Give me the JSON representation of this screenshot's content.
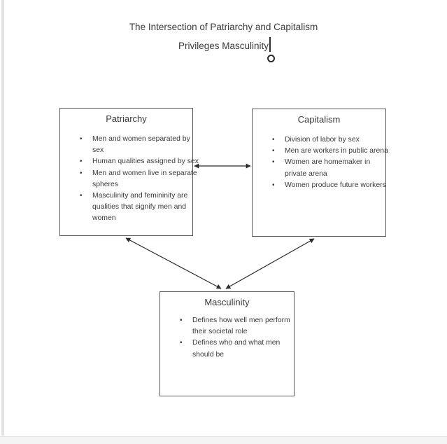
{
  "page": {
    "title_line1": "The Intersection of Patriarchy and Capitalism",
    "title_line2": "Privileges Masculinity"
  },
  "diagram": {
    "boxes": [
      {
        "id": "patriarchy",
        "title": "Patriarchy",
        "bullets": [
          [
            "Men and women separated by",
            "sex"
          ],
          [
            "Human qualities assigned by sex"
          ],
          [
            "Men and women live in separate",
            "spheres"
          ],
          [
            "Masculinity and femininity are",
            "qualities that signify men and",
            "women"
          ]
        ]
      },
      {
        "id": "capitalism",
        "title": "Capitalism",
        "bullets": [
          [
            "Division of labor by sex"
          ],
          [
            "Men are workers in public arena"
          ],
          [
            "Women are homemaker in",
            "private arena"
          ],
          [
            "Women produce future workers"
          ]
        ]
      },
      {
        "id": "masculinity",
        "title": "Masculinity",
        "bullets": [
          [
            "Defines how well men perform",
            "their societal role"
          ],
          [
            "Defines who and what men",
            "should be"
          ]
        ]
      }
    ],
    "connectors": [
      {
        "from": "patriarchy",
        "to": "capitalism",
        "style": "double-arrow"
      },
      {
        "from": "patriarchy",
        "to": "masculinity",
        "style": "double-arrow"
      },
      {
        "from": "capitalism",
        "to": "masculinity",
        "style": "double-arrow"
      }
    ]
  },
  "colors": {
    "text": "#3a3a3a",
    "box_border": "#595959",
    "arrow": "#2b2b2b",
    "page_edge": "#e3e3e3",
    "bottom_strip": "#f4f4f5"
  }
}
